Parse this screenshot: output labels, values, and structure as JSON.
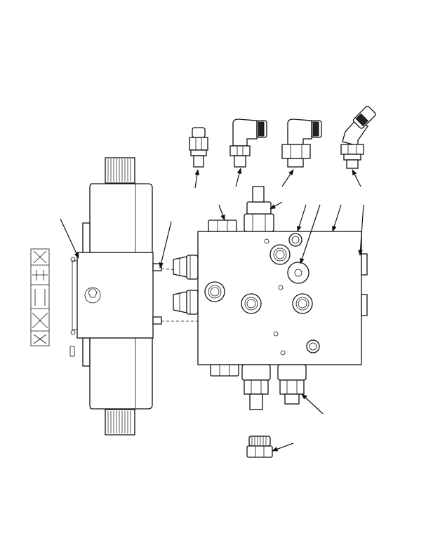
{
  "figure": {
    "colors": {
      "line": "#111111",
      "background": "#ffffff"
    },
    "components": [
      "solenoid-valve",
      "valve-manifold",
      "straight-fitting",
      "elbow-fitting",
      "elbow-fitting",
      "45-degree-elbow-fitting",
      "plug",
      "hydraulic-symbol"
    ],
    "callout_count": 13
  }
}
